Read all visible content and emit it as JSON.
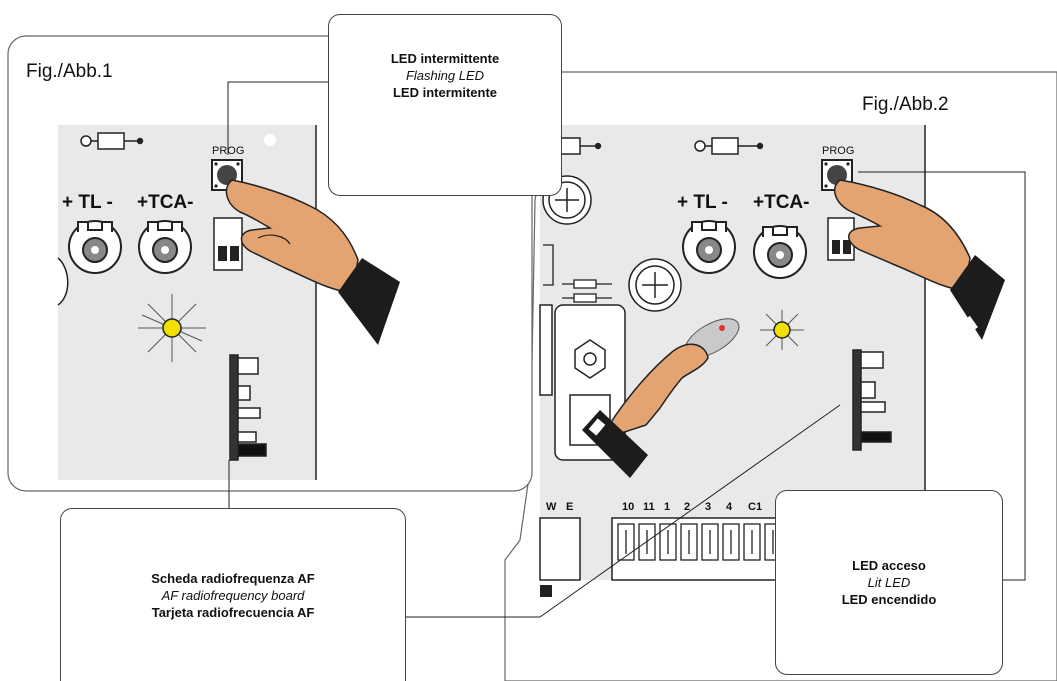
{
  "figure1": {
    "label": "Fig./Abb.1",
    "prog_label": "PROG",
    "tl_label": "+ TL -",
    "tca_label": "+TCA-"
  },
  "figure2": {
    "label": "Fig./Abb.2",
    "prog_label": "PROG",
    "tl_label": "+ TL -",
    "tca_label": "+TCA-",
    "terminal_labels": [
      "W",
      "E",
      "10",
      "11",
      "1",
      "2",
      "3",
      "4",
      "C1"
    ]
  },
  "callouts": {
    "flashing_led": {
      "line1": "LED  intermittente",
      "line2": "Flashing LED",
      "line3": "LED  intermitente"
    },
    "rf_board": {
      "line1": "Scheda  radiofrequenza AF",
      "line2": "AF radiofrequency board",
      "line3": "Tarjeta  radiofrecuencia AF"
    },
    "lit_led": {
      "line1": "LED  acceso",
      "line2": "Lit LED",
      "line3": "LED  encendido"
    }
  },
  "colors": {
    "board": "#e9e9e9",
    "led": "#f2e000",
    "hand_skin": "#e4a472",
    "cuff": "#1c1c1c"
  }
}
